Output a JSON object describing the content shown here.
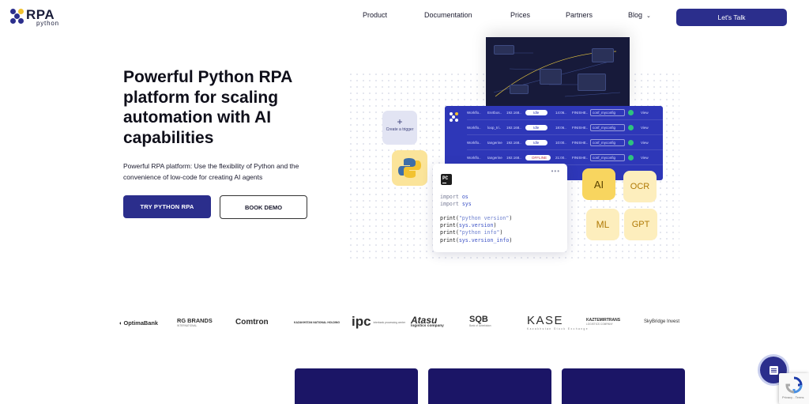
{
  "brand": {
    "name": "RPA",
    "sub": "python",
    "primary_color": "#2b2e8c"
  },
  "nav": {
    "items": [
      "Product",
      "Documentation",
      "Prices",
      "Partners",
      "Blog"
    ],
    "blog_chevron": "⌄",
    "cta_label": "Let's Talk"
  },
  "hero": {
    "title": "Powerful Python RPA platform for scaling automation with AI capabilities",
    "subtitle": "Powerful RPA platform: Use the flexibility of Python and the convenience of low-code for creating AI agents",
    "primary_button": "TRY PYTHON RPA",
    "secondary_button": "BOOK DEMO"
  },
  "illustration": {
    "trigger_label": "Create a trigger",
    "trigger_plus": "+",
    "pc_label": "PC",
    "window_dots": "•••",
    "code": {
      "line1_kw": "import",
      "line1_mod": "os",
      "line2_kw": "import",
      "line2_mod": "sys",
      "line3": "print(",
      "line3_str": "\"python version\"",
      "line3_end": ")",
      "line4": "print(",
      "line4_mod": "sys.version",
      "line4_end": ")",
      "line5": "print(",
      "line5_str": "\"python info\"",
      "line5_end": ")",
      "line6": "print(",
      "line6_mod": "sys.version_info",
      "line6_end": ")"
    },
    "tiles": [
      "AI",
      "OCR",
      "ML",
      "GPT"
    ],
    "table_rows": [
      {
        "c1": "Workflo..",
        "c2": "Enrtbos..",
        "c3": "192.168..",
        "status": "Idle",
        "c5": "14:06..",
        "c6": "FINISHE..",
        "c7": "conf_myconfig",
        "view": "View"
      },
      {
        "c1": "Workflo..",
        "c2": "loop_tri..",
        "c3": "192.168..",
        "status": "Idle",
        "c5": "18:06..",
        "c6": "FINISHE..",
        "c7": "conf_myconfig",
        "view": "View"
      },
      {
        "c1": "Workflo..",
        "c2": "tangerine",
        "c3": "192.168..",
        "status": "Idle",
        "c5": "10:00..",
        "c6": "FINISHE..",
        "c7": "conf_myconfig",
        "view": "View"
      },
      {
        "c1": "Workflo..",
        "c2": "tangerine",
        "c3": "192.168..",
        "status": "OFFLINE",
        "c5": "21:00..",
        "c6": "FINISHE..",
        "c7": "conf_myconfig",
        "view": "View"
      }
    ]
  },
  "clients": {
    "optima": "OptimaBank",
    "rg": "RG BRANDS",
    "rg_sub": "INTERNATIONAL",
    "comtron": "Comtron",
    "kaz": "KAZAKHSTAN NATIONAL HOLDING",
    "ipc": "ipc",
    "ipc_sub": "interbank processing center",
    "atasu": "Atasu",
    "atasu_sub": "logistics company",
    "sqb": "SQB",
    "sqb_sub": "Bank of Uzbekistan",
    "kase": "KASE",
    "kase_sub": "Kazakhstan Stock Exchange",
    "kazt": "KAZTEMIRTRANS",
    "kazt_sub": "LOGISTICS COMPANY",
    "sky": "SkyBridge Invest"
  },
  "widgets": {
    "chat_icon": "document-icon",
    "recaptcha_text": "Privacy - Terms"
  }
}
